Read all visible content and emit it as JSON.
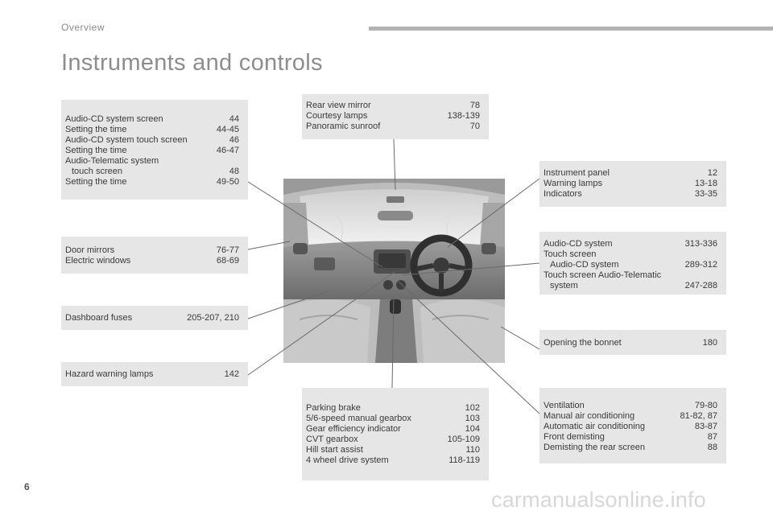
{
  "header": {
    "section": "Overview"
  },
  "page_title": "Instruments and controls",
  "page_number": "6",
  "watermark": "carmanualsonline.info",
  "boxes": {
    "audio_screen": [
      {
        "label": "Audio-CD system screen",
        "page": "44"
      },
      {
        "label": "Setting the time",
        "page": "44-45"
      },
      {
        "label": "Audio-CD system touch screen",
        "page": "46"
      },
      {
        "label": "Setting the time",
        "page": "46-47"
      },
      {
        "label": "Audio-Telematic system",
        "page": ""
      },
      {
        "label": "touch screen",
        "page": "48"
      },
      {
        "label": "Setting the time",
        "page": "49-50"
      }
    ],
    "mirrors": [
      {
        "label": "Door mirrors",
        "page": "76-77"
      },
      {
        "label": "Electric windows",
        "page": "68-69"
      }
    ],
    "fuses": [
      {
        "label": "Dashboard fuses",
        "page": "205-207, 210"
      }
    ],
    "hazard": [
      {
        "label": "Hazard warning lamps",
        "page": "142"
      }
    ],
    "rear_mirror": [
      {
        "label": "Rear view mirror",
        "page": "78"
      },
      {
        "label": "Courtesy lamps",
        "page": "138-139"
      },
      {
        "label": "Panoramic sunroof",
        "page": "70"
      }
    ],
    "parking": [
      {
        "label": "Parking brake",
        "page": "102"
      },
      {
        "label": "5/6-speed manual gearbox",
        "page": "103"
      },
      {
        "label": "Gear efficiency indicator",
        "page": "104"
      },
      {
        "label": "CVT gearbox",
        "page": "105-109"
      },
      {
        "label": "Hill start assist",
        "page": "110"
      },
      {
        "label": "4 wheel drive system",
        "page": "118-119"
      }
    ],
    "instrument": [
      {
        "label": "Instrument panel",
        "page": "12"
      },
      {
        "label": "Warning lamps",
        "page": "13-18"
      },
      {
        "label": "Indicators",
        "page": "33-35"
      }
    ],
    "audio_cd": [
      {
        "label": "Audio-CD system",
        "page": "313-336"
      },
      {
        "label": "Touch screen",
        "page": ""
      },
      {
        "label": "Audio-CD system",
        "page": "289-312"
      },
      {
        "label": "Touch screen Audio-Telematic",
        "page": ""
      },
      {
        "label": "system",
        "page": "247-288"
      }
    ],
    "bonnet": [
      {
        "label": "Opening the bonnet",
        "page": "180"
      }
    ],
    "ventilation": [
      {
        "label": "Ventilation",
        "page": "79-80"
      },
      {
        "label": "Manual air conditioning",
        "page": "81-82, 87"
      },
      {
        "label": "Automatic air conditioning",
        "page": "83-87"
      },
      {
        "label": "Front demisting",
        "page": "87"
      },
      {
        "label": "Demisting the rear screen",
        "page": "88"
      }
    ]
  }
}
